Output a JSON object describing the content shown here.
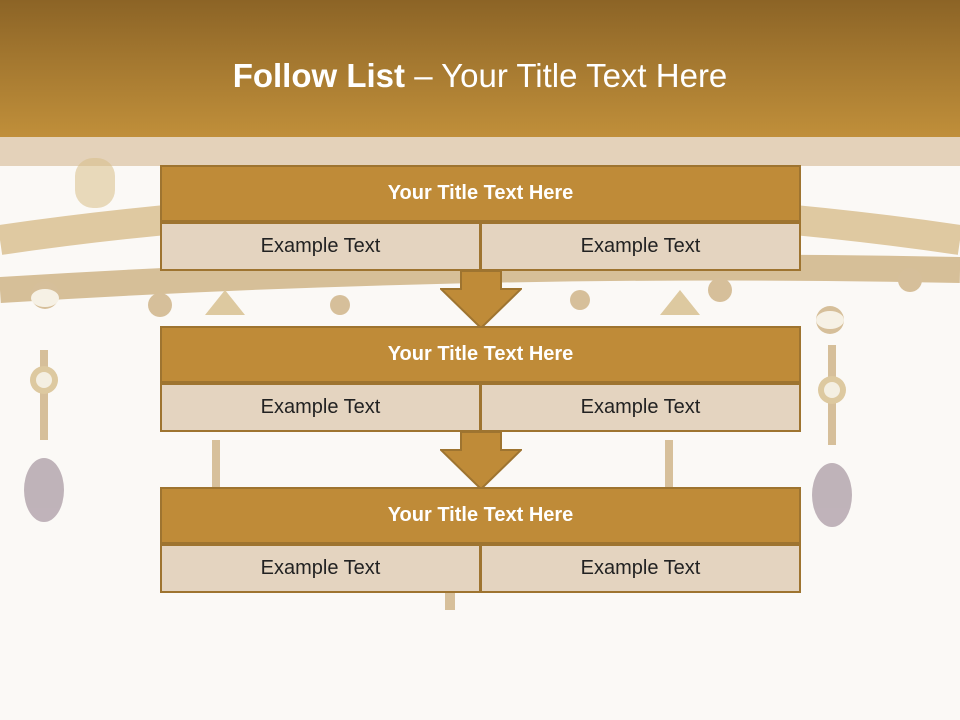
{
  "title": {
    "bold": "Follow List",
    "rest": "– Your Title Text Here"
  },
  "steps": [
    {
      "title": "Your Title Text Here",
      "left": "Example Text",
      "right": "Example Text"
    },
    {
      "title": "Your Title Text Here",
      "left": "Example Text",
      "right": "Example Text"
    },
    {
      "title": "Your Title Text Here",
      "left": "Example Text",
      "right": "Example Text"
    }
  ],
  "colors": {
    "header_top": "#8c6426",
    "header_bottom": "#c08f3a",
    "box_title": "#bf8b38",
    "box_cell": "#e4d4c0",
    "border": "#9e7430"
  }
}
